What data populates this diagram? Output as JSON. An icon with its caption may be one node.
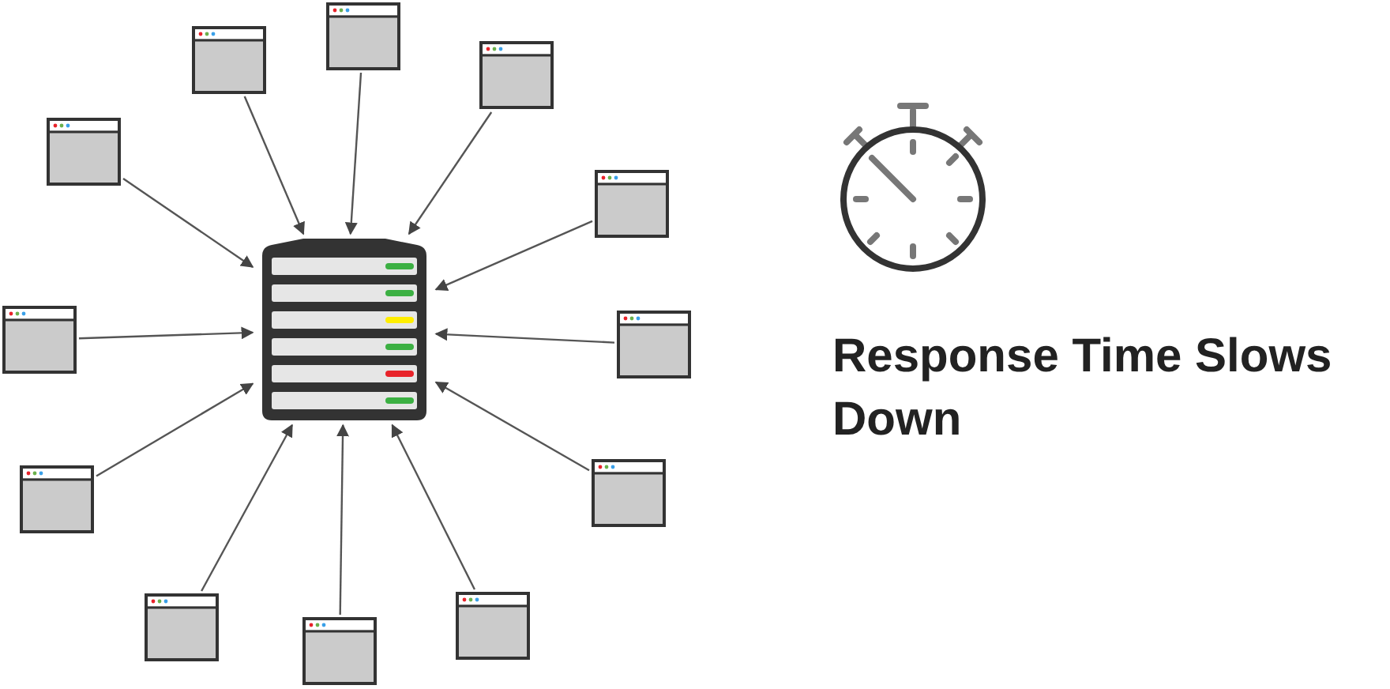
{
  "diagram": {
    "nodes": [
      {
        "text": [],
        "shape": "server"
      },
      {
        "text": [],
        "shape": "window"
      },
      {
        "text": [],
        "shape": "window"
      },
      {
        "text": [],
        "shape": "window"
      },
      {
        "text": [],
        "shape": "window"
      },
      {
        "text": [],
        "shape": "window"
      },
      {
        "text": [],
        "shape": "window"
      },
      {
        "text": [],
        "shape": "window"
      },
      {
        "text": [],
        "shape": "window"
      },
      {
        "text": [],
        "shape": "window"
      },
      {
        "text": [],
        "shape": "window"
      },
      {
        "text": [],
        "shape": "window"
      },
      {
        "text": [],
        "shape": "window"
      }
    ],
    "edges": [
      {
        "from": 1,
        "to": 0,
        "arrow": "to"
      },
      {
        "from": 2,
        "to": 0,
        "arrow": "to"
      },
      {
        "from": 3,
        "to": 0,
        "arrow": "to"
      },
      {
        "from": 4,
        "to": 0,
        "arrow": "to"
      },
      {
        "from": 5,
        "to": 0,
        "arrow": "to"
      },
      {
        "from": 6,
        "to": 0,
        "arrow": "to"
      },
      {
        "from": 7,
        "to": 0,
        "arrow": "to"
      },
      {
        "from": 8,
        "to": 0,
        "arrow": "to"
      },
      {
        "from": 9,
        "to": 0,
        "arrow": "to"
      },
      {
        "from": 10,
        "to": 0,
        "arrow": "to"
      },
      {
        "from": 11,
        "to": 0,
        "arrow": "to"
      },
      {
        "from": 12,
        "to": 0,
        "arrow": "to"
      }
    ],
    "labels": [
      "Response Time Slows Down"
    ]
  }
}
